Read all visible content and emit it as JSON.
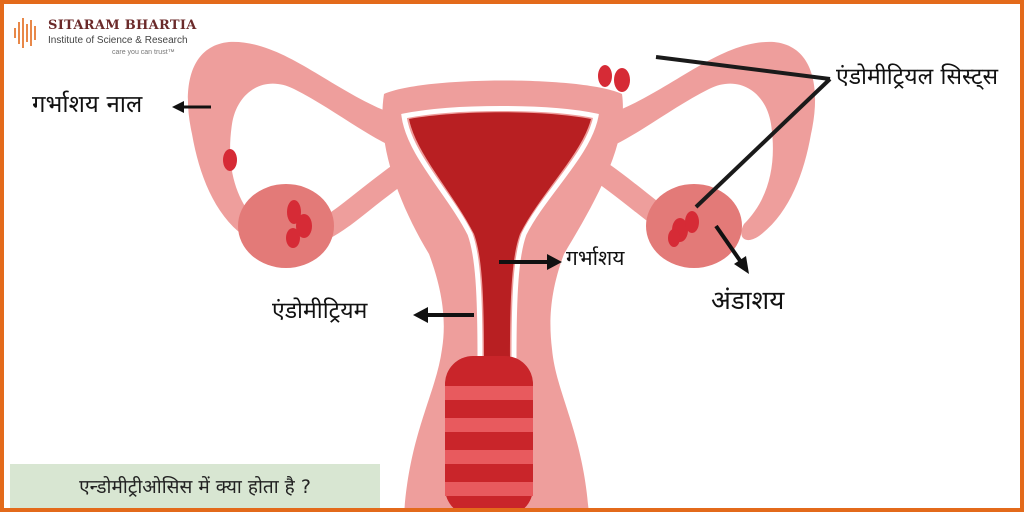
{
  "brand": {
    "name": "SITARAM BHARTIA",
    "subtitle": "Institute of Science & Research",
    "tagline": "care you can trust™"
  },
  "labels": {
    "fallopian_tube": "गर्भाशय नाल",
    "endometrial_cysts": "एंडोमीट्रियल सिस्ट्स",
    "uterus": "गर्भाशय",
    "endometrium": "एंडोमीट्रियम",
    "ovary": "अंडाशय"
  },
  "footer": {
    "question": "एन्डोमीट्रीओसिस में क्या होता है ?"
  },
  "colors": {
    "border": "#E36A1B",
    "tissue": "#EE9E9C",
    "tissue_dark": "#E37A78",
    "cavity": "#B81F22",
    "lesion": "#D62B36",
    "footer_bg": "#D8E6D2"
  }
}
